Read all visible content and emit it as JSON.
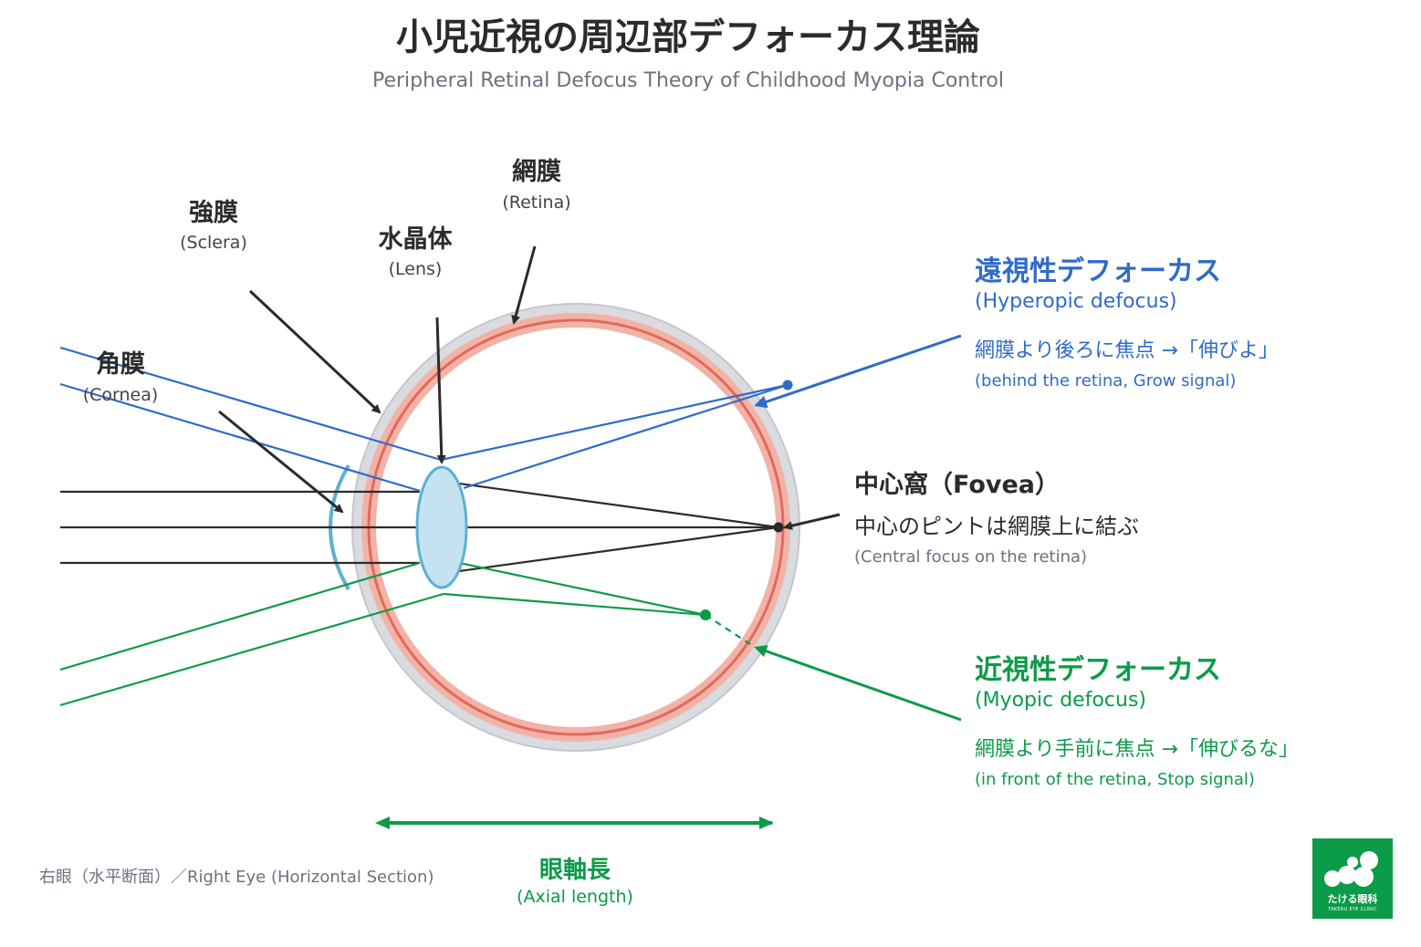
{
  "title": "小児近視の周辺部デフォーカス理論",
  "subtitle": "Peripheral Retinal Defocus Theory of Childhood Myopia Control",
  "labels": {
    "retina": {
      "jp": "網膜",
      "en": "(Retina)"
    },
    "sclera": {
      "jp": "強膜",
      "en": "(Sclera)"
    },
    "lens": {
      "jp": "水晶体",
      "en": "(Lens)"
    },
    "cornea": {
      "jp": "角膜",
      "en": "(Cornea)"
    }
  },
  "hyperopic": {
    "title": "遠視性デフォーカス",
    "en": "(Hyperopic defocus)",
    "desc": "網膜より後ろに焦点 →「伸びよ」",
    "desc_en": "(behind the retina, Grow signal)",
    "color": "#2f6bc9"
  },
  "fovea": {
    "title": "中心窩（Fovea）",
    "desc": "中心のピントは網膜上に結ぶ",
    "desc_en": "(Central focus on the retina)"
  },
  "myopic": {
    "title": "近視性デフォーカス",
    "en": "(Myopic defocus)",
    "desc": "網膜より手前に焦点 →「伸びるな」",
    "desc_en": "(in front of the retina, Stop signal)",
    "color": "#0c9b48"
  },
  "axial": {
    "jp": "眼軸長",
    "en": "(Axial length)"
  },
  "footnote": "右眼（水平断面）／Right Eye (Horizontal Section)",
  "logo": {
    "name": "たける眼科",
    "sub": "TAKERU EYE CLINIC",
    "icon": "clinic-logo-icon"
  },
  "colors": {
    "sclera": "#d9dbe0",
    "retina": "#f2b3a7",
    "retina_line": "#e06a5c",
    "lens": "#c4e2f0",
    "lens_stroke": "#5bb0d4",
    "central_rays": "#2b2b2b"
  }
}
